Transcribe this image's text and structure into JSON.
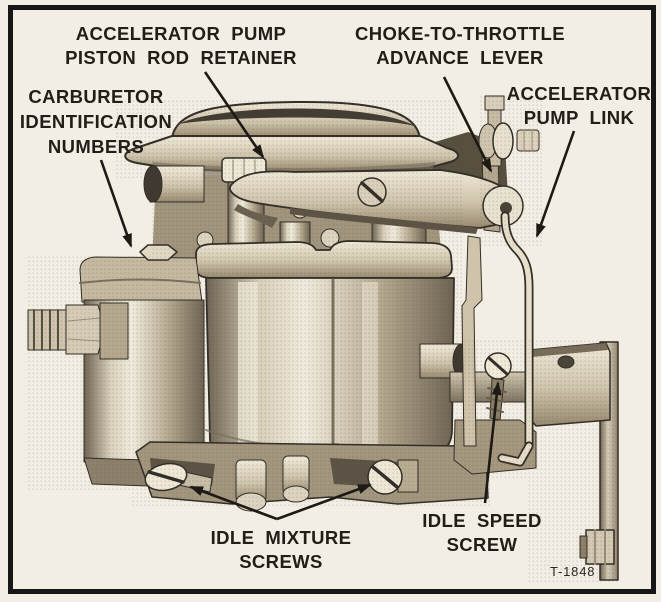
{
  "figure": {
    "number": "T-1848"
  },
  "colors": {
    "background": "#f2eee3",
    "frame_border": "#171717",
    "label_text": "#211e18",
    "arrow": "#1d1a15",
    "metal_light": "#f0ead9",
    "metal_mid": "#b7aa91",
    "metal_dark": "#6f6453"
  },
  "labels": {
    "pump_rod_retainer": {
      "lines": [
        "ACCELERATOR PUMP",
        "PISTON ROD RETAINER"
      ]
    },
    "choke_advance_lever": {
      "lines": [
        "CHOKE-TO-THROTTLE",
        "ADVANCE LEVER"
      ]
    },
    "carburetor_id": {
      "lines": [
        "CARBURETOR",
        "IDENTIFICATION",
        "NUMBERS"
      ]
    },
    "pump_link": {
      "lines": [
        "ACCELERATOR",
        "PUMP LINK"
      ]
    },
    "idle_mixture": {
      "lines": [
        "IDLE MIXTURE",
        "SCREWS"
      ]
    },
    "idle_speed": {
      "lines": [
        "IDLE SPEED",
        "SCREW"
      ]
    }
  }
}
